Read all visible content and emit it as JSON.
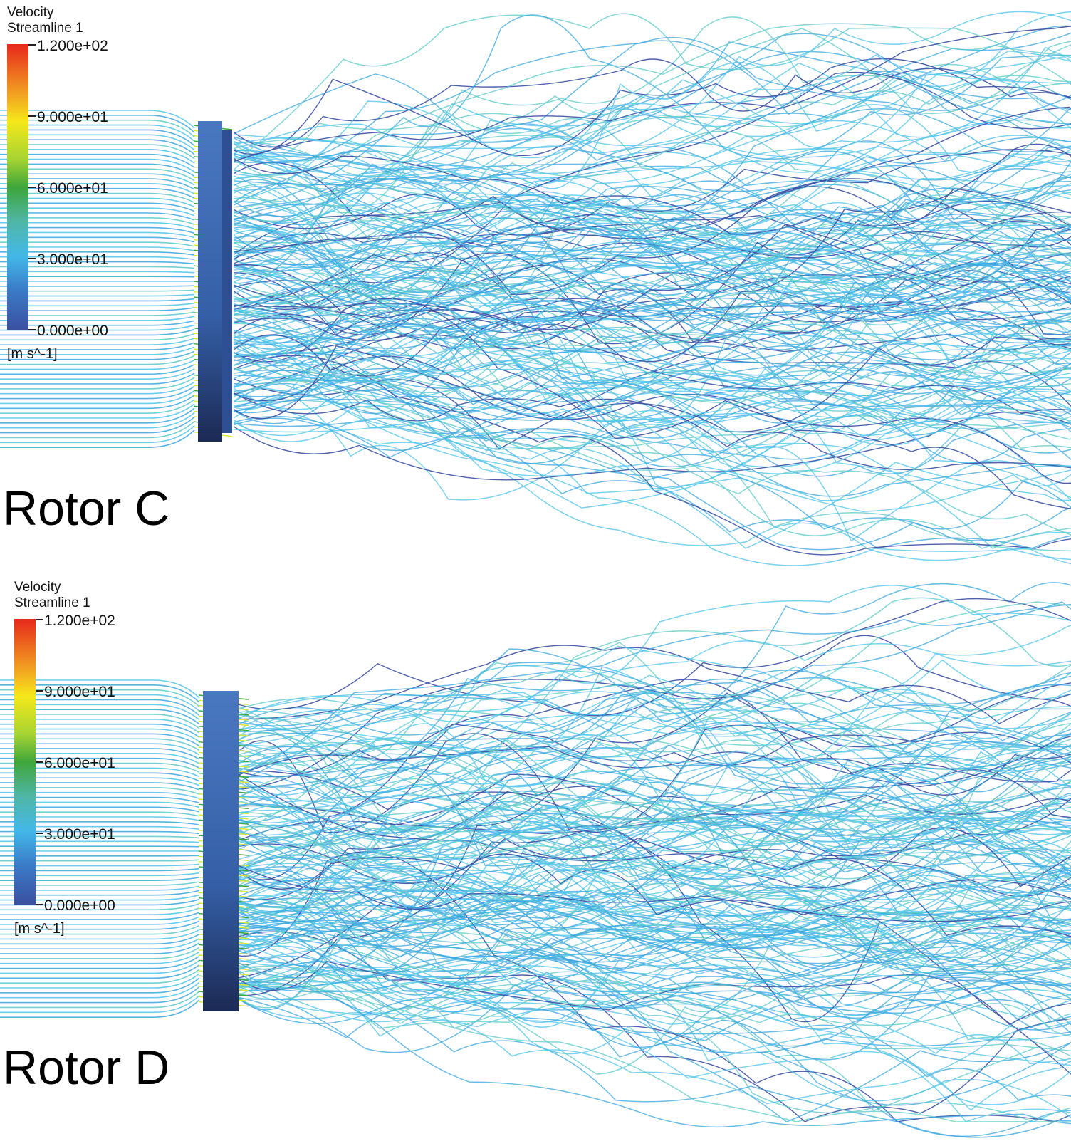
{
  "panels": [
    {
      "id": "rotor-c",
      "label": "Rotor C",
      "legend": {
        "variable": "Velocity",
        "subtitle": "Streamline 1",
        "ticks": [
          "1.200e+02",
          "9.000e+01",
          "6.000e+01",
          "3.000e+01",
          "0.000e+00"
        ],
        "unit": "[m s^-1]"
      }
    },
    {
      "id": "rotor-d",
      "label": "Rotor D",
      "legend": {
        "variable": "Velocity",
        "subtitle": "Streamline 1",
        "ticks": [
          "1.200e+02",
          "9.000e+01",
          "6.000e+01",
          "3.000e+01",
          "0.000e+00"
        ],
        "unit": "[m s^-1]"
      }
    }
  ],
  "colors": {
    "streamline_light": "#4fc3e8",
    "streamline_mid": "#3aa6dc",
    "streamline_teal": "#5cc8c8",
    "streamline_dark": "#3b4fa0",
    "rotor_top": "#4a78c0",
    "rotor_bottom": "#1c2a55",
    "blade_yellow": "#d8e83a"
  }
}
